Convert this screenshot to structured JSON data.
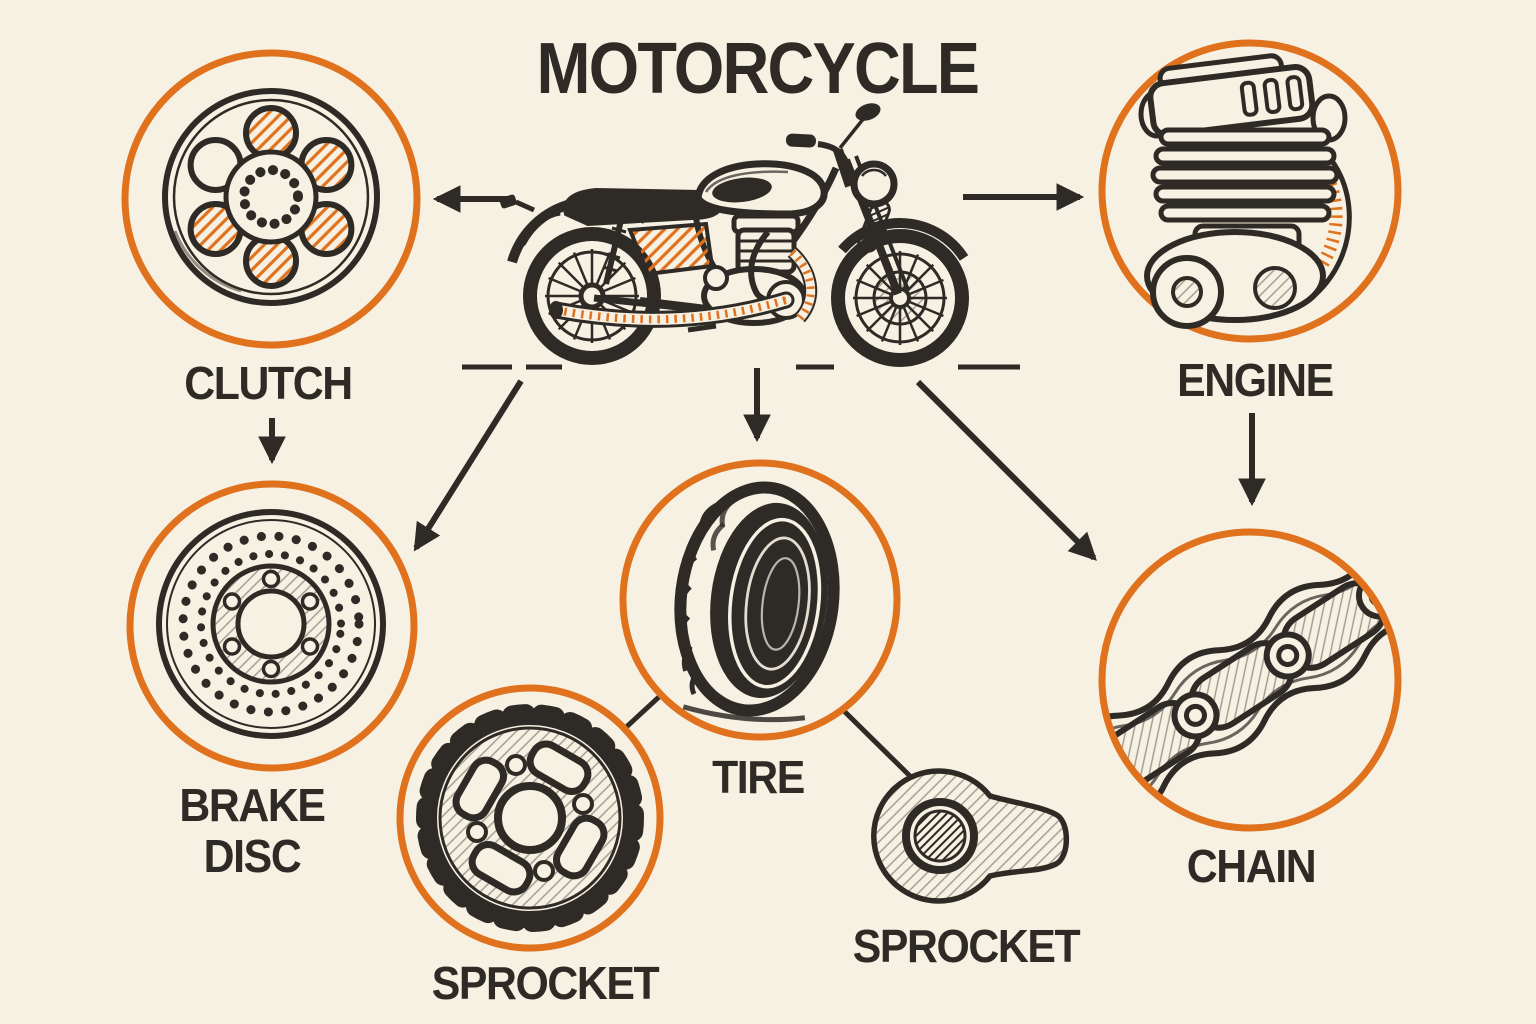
{
  "title": "MOTORCYCLE",
  "colors": {
    "background": "#f7f1e3",
    "ink": "#2e2b26",
    "accent": "#e0711d"
  },
  "parts": {
    "clutch": {
      "label": "CLUTCH"
    },
    "engine": {
      "label": "ENGINE"
    },
    "brake_disc": {
      "label_line1": "BRAKE",
      "label_line2": "DISC"
    },
    "tire": {
      "label": "TIRE"
    },
    "sprocket_left": {
      "label": "SPROCKET"
    },
    "sprocket_right": {
      "label": "SPROCKET"
    },
    "chain": {
      "label": "CHAIN"
    }
  },
  "connections": [
    {
      "from": "motorcycle",
      "to": "clutch",
      "style": "arrow"
    },
    {
      "from": "motorcycle",
      "to": "engine",
      "style": "arrow"
    },
    {
      "from": "motorcycle",
      "to": "brake_disc",
      "style": "arrow"
    },
    {
      "from": "motorcycle",
      "to": "tire",
      "style": "arrow"
    },
    {
      "from": "motorcycle",
      "to": "chain",
      "style": "arrow"
    },
    {
      "from": "clutch",
      "to": "brake_disc",
      "style": "arrow"
    },
    {
      "from": "engine",
      "to": "chain",
      "style": "arrow"
    },
    {
      "from": "tire",
      "to": "sprocket_left",
      "style": "line"
    },
    {
      "from": "tire",
      "to": "sprocket_right",
      "style": "line"
    }
  ]
}
